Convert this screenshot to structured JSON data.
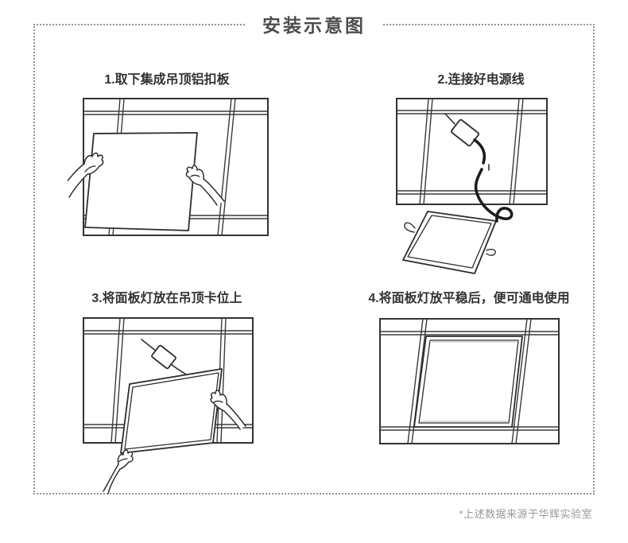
{
  "page": {
    "title": "安装示意图",
    "footnote": "*上述数据来源于华辉实验室",
    "background": "#ffffff"
  },
  "colors": {
    "line_art": "#2e2e2e",
    "title_text": "#4d4d4d",
    "label_text": "#333333",
    "footnote_text": "#999999",
    "border_dots": "#95958c"
  },
  "steps": [
    {
      "index": 1,
      "label": "1.取下集成吊顶铝扣板"
    },
    {
      "index": 2,
      "label": "2.连接好电源线"
    },
    {
      "index": 3,
      "label": "3.将面板灯放在吊顶卡位上"
    },
    {
      "index": 4,
      "label": "4.将面板灯放平稳后，便可通电使用"
    }
  ]
}
